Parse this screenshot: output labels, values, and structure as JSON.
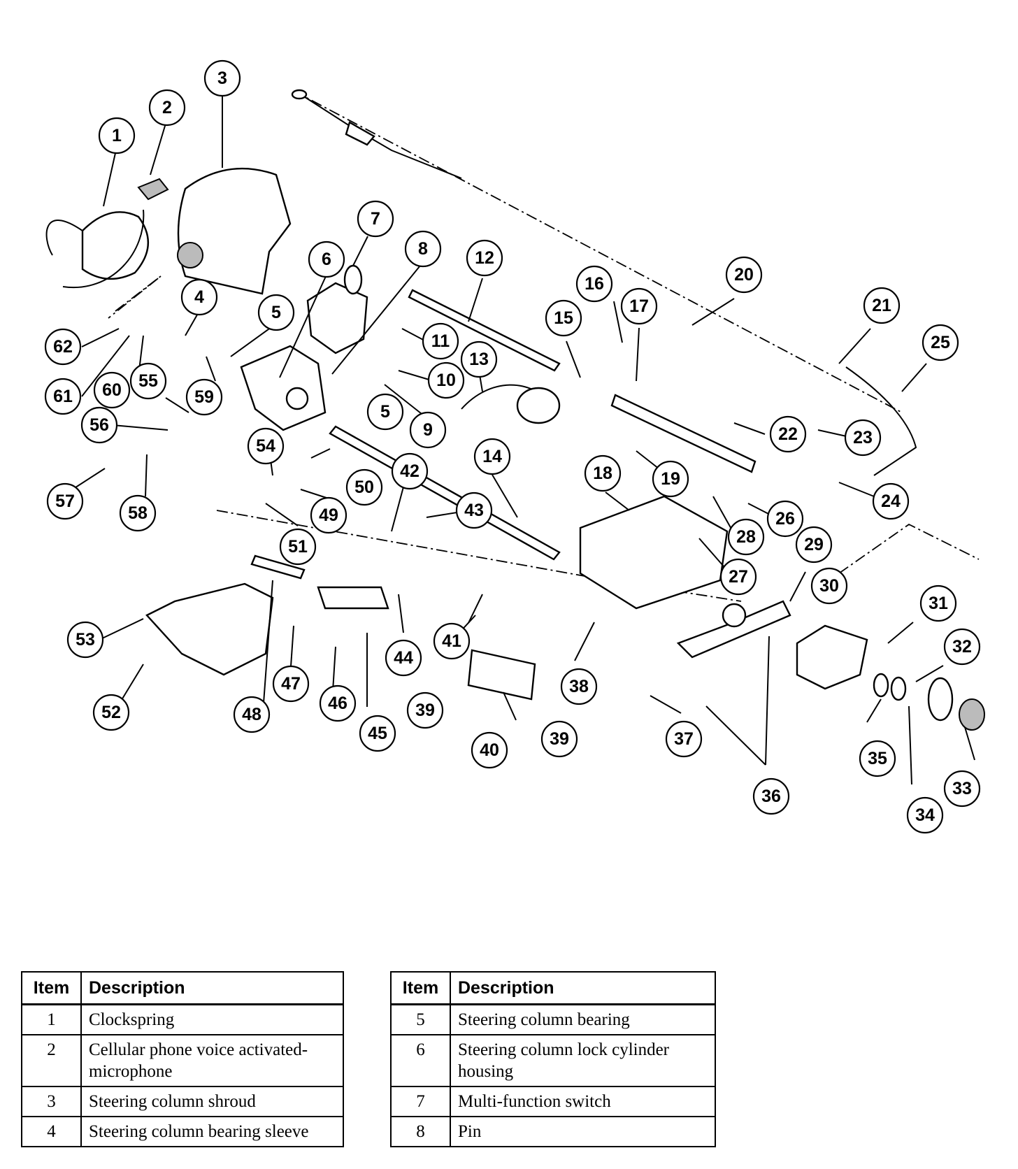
{
  "diagram": {
    "callouts": [
      {
        "id": "1"
      },
      {
        "id": "2"
      },
      {
        "id": "3"
      },
      {
        "id": "4"
      },
      {
        "id": "5"
      },
      {
        "id": "5"
      },
      {
        "id": "6"
      },
      {
        "id": "7"
      },
      {
        "id": "8"
      },
      {
        "id": "9"
      },
      {
        "id": "10"
      },
      {
        "id": "11"
      },
      {
        "id": "12"
      },
      {
        "id": "13"
      },
      {
        "id": "14"
      },
      {
        "id": "15"
      },
      {
        "id": "16"
      },
      {
        "id": "17"
      },
      {
        "id": "18"
      },
      {
        "id": "19"
      },
      {
        "id": "20"
      },
      {
        "id": "21"
      },
      {
        "id": "22"
      },
      {
        "id": "23"
      },
      {
        "id": "24"
      },
      {
        "id": "25"
      },
      {
        "id": "26"
      },
      {
        "id": "27"
      },
      {
        "id": "28"
      },
      {
        "id": "29"
      },
      {
        "id": "30"
      },
      {
        "id": "31"
      },
      {
        "id": "32"
      },
      {
        "id": "33"
      },
      {
        "id": "34"
      },
      {
        "id": "35"
      },
      {
        "id": "36"
      },
      {
        "id": "37"
      },
      {
        "id": "38"
      },
      {
        "id": "39"
      },
      {
        "id": "39"
      },
      {
        "id": "40"
      },
      {
        "id": "41"
      },
      {
        "id": "42"
      },
      {
        "id": "43"
      },
      {
        "id": "44"
      },
      {
        "id": "45"
      },
      {
        "id": "46"
      },
      {
        "id": "47"
      },
      {
        "id": "48"
      },
      {
        "id": "49"
      },
      {
        "id": "50"
      },
      {
        "id": "51"
      },
      {
        "id": "52"
      },
      {
        "id": "53"
      },
      {
        "id": "54"
      },
      {
        "id": "55"
      },
      {
        "id": "56"
      },
      {
        "id": "57"
      },
      {
        "id": "58"
      },
      {
        "id": "59"
      },
      {
        "id": "60"
      },
      {
        "id": "61"
      },
      {
        "id": "62"
      }
    ]
  },
  "legend": {
    "header_item": "Item",
    "header_description": "Description",
    "left_rows": [
      {
        "item": "1",
        "description": "Clockspring"
      },
      {
        "item": "2",
        "description": "Cellular phone voice activated-microphone"
      },
      {
        "item": "3",
        "description": "Steering column shroud"
      },
      {
        "item": "4",
        "description": "Steering column bearing sleeve"
      }
    ],
    "right_rows": [
      {
        "item": "5",
        "description": "Steering column bearing"
      },
      {
        "item": "6",
        "description": "Steering column lock cylinder housing"
      },
      {
        "item": "7",
        "description": "Multi-function switch"
      },
      {
        "item": "8",
        "description": "Pin"
      }
    ]
  }
}
